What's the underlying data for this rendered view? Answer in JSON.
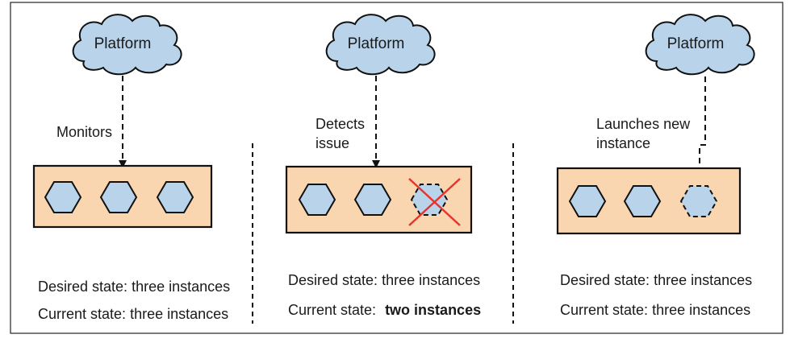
{
  "colors": {
    "cloud_fill": "#b9d4ea",
    "box_fill": "#f9d5b0",
    "hexagon_fill": "#b9d4ea",
    "stroke": "#111111",
    "cross": "#e8322b"
  },
  "panels": [
    {
      "cloud_label": "Platform",
      "action_lines": [
        "Monitors"
      ],
      "desired_label": "Desired state:",
      "desired_value": "three instances",
      "current_label": "Current state:",
      "current_value": "three instances",
      "current_emphasis": false,
      "instances": [
        "running",
        "running",
        "running"
      ]
    },
    {
      "cloud_label": "Platform",
      "action_lines": [
        "Detects",
        "issue"
      ],
      "desired_label": "Desired state:",
      "desired_value": "three instances",
      "current_label": "Current state:",
      "current_value": "two instances",
      "current_emphasis": true,
      "instances": [
        "running",
        "running",
        "failed"
      ]
    },
    {
      "cloud_label": "Platform",
      "action_lines": [
        "Launches new",
        "instance"
      ],
      "desired_label": "Desired state:",
      "desired_value": "three instances",
      "current_label": "Current state:",
      "current_value": "three instances",
      "current_emphasis": false,
      "instances": [
        "running",
        "running",
        "new"
      ]
    }
  ]
}
